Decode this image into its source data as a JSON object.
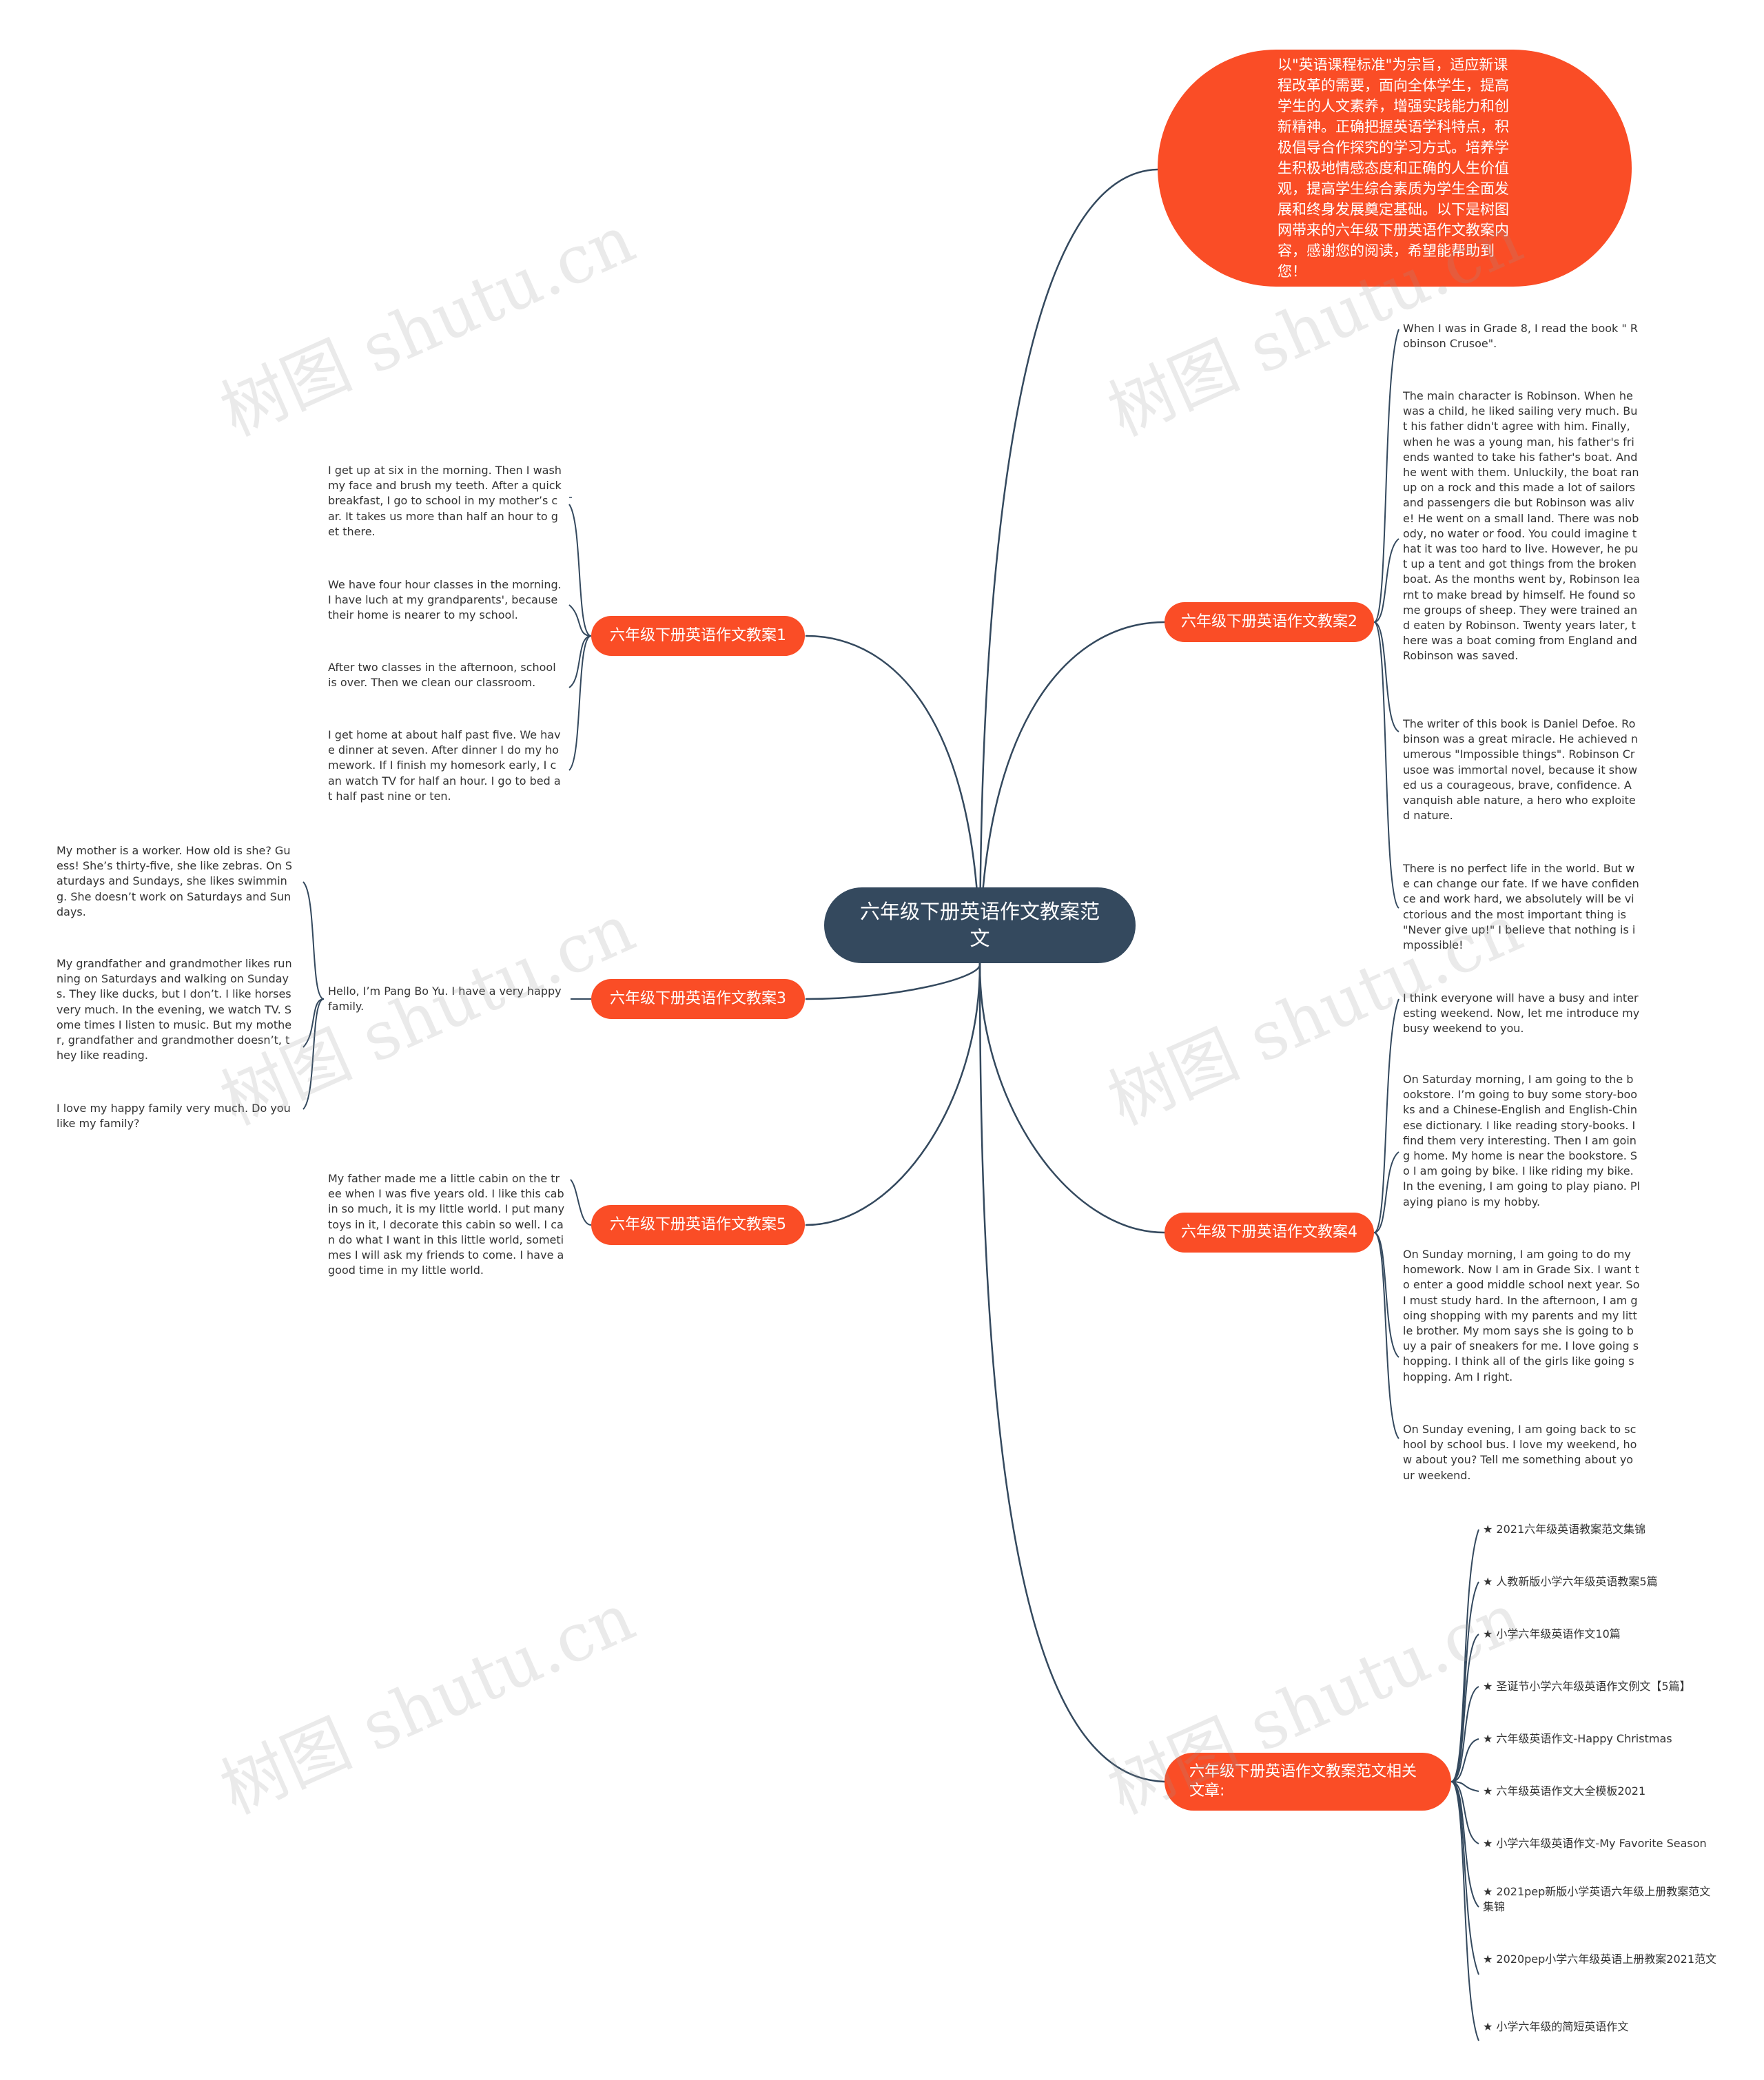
{
  "root": {
    "label": "六年级下册英语作文教案范文"
  },
  "intro": {
    "text": "以\"英语课程标准\"为宗旨，适应新课程改革的需要，面向全体学生，提高学生的人文素养，增强实践能力和创新精神。正确把握英语学科特点，积极倡导合作探究的学习方式。培养学生积极地情感态度和正确的人生价值观，提高学生综合素质为学生全面发展和终身发展奠定基础。以下是树图网带来的六年级下册英语作文教案内容，感谢您的阅读，希望能帮助到您！"
  },
  "branches": {
    "lesson1": {
      "label": "六年级下册英语作文教案1",
      "leaves": [
        "I get up at six in the morning. Then I wash my face and brush my teeth. After a quick breakfast, I go to school in my mother’s car. It takes us more than half an hour to get there.",
        "We have four hour classes in the morning. I have luch at my grandparents', because their home is nearer to my school.",
        "After two classes in the afternoon, school is over. Then we clean our classroom.",
        "I get home at about half past five. We have dinner at seven. After dinner I do my homework. If I finish my homesork early, I can watch TV for half an hour. I go to bed at half past nine or ten."
      ]
    },
    "lesson2": {
      "label": "六年级下册英语作文教案2",
      "leaves": [
        "When I was in Grade 8, I read the book \" Robinson Crusoe\".",
        "The main character is Robinson. When he was a child, he liked sailing very much. But his father didn't agree with him. Finally, when he was a young man, his father's friends wanted to take his father's boat. And he went with them. Unluckily, the boat ran up on a rock and this made a lot of sailors and passengers die but Robinson was alive! He went on a small land. There was nobody, no water or food. You could imagine that it was too hard to live. However, he put up a tent and got things from the broken boat. As the months went by, Robinson learnt to make bread by himself. He found some groups of sheep. They were trained and eaten by Robinson. Twenty years later, there was a boat coming from England and Robinson was saved.",
        "The writer of this book is Daniel Defoe. Robinson was a great miracle. He achieved numerous \"Impossible things\". Robinson Crusoe was immortal novel, because it showed us a courageous, brave, confidence. A vanquish able nature, a hero who exploited nature.",
        "There is no perfect life in the world. But we can change our fate. If we have confidence and work hard, we absolutely will be victorious and the most important thing is \"Never give up!\" I believe that nothing is impossible!"
      ]
    },
    "lesson3": {
      "label": "六年级下册英语作文教案3",
      "leaves": [
        "Hello, I’m Pang Bo Yu. I have a very happy family."
      ],
      "subleaves": [
        "My mother is a worker. How old is she? Guess! She’s thirty-five, she like zebras. On Saturdays and Sundays, she likes swimming. She doesn’t work on Saturdays and Sundays.",
        "My grandfather and grandmother likes running on Saturdays and walking on Sundays. They like ducks, but I don’t. I like horses very much. In the evening, we watch TV. Some times I listen to music. But my mother, grandfather and grandmother doesn’t, they like reading.",
        "I love my happy family very much. Do you like my family?"
      ]
    },
    "lesson4": {
      "label": "六年级下册英语作文教案4",
      "leaves": [
        "I think everyone will have a busy and interesting weekend. Now, let me introduce my busy weekend to you.",
        "On Saturday morning, I am going to the bookstore. I’m going to buy some story-books and a Chinese-English and English-Chinese dictionary. I like reading story-books. I find them very interesting. Then I am going home. My home is near the bookstore. So I am going by bike. I like riding my bike. In the evening, I am going to play piano. Playing piano is my hobby.",
        "On Sunday morning, I am going to do my homework. Now I am in Grade Six. I want to enter a good middle school next year. So I must study hard. In the afternoon, I am going shopping with my parents and my little brother. My mom says she is going to buy a pair of sneakers for me. I love going shopping. I think all of the girls like going shopping. Am I right.",
        "On Sunday evening, I am going back to school by school bus. I love my weekend, how about you? Tell me something about your weekend."
      ]
    },
    "lesson5": {
      "label": "六年级下册英语作文教案5",
      "leaves": [
        "My father made me a little cabin on the tree when I was five years old. I like this cabin so much, it is my little world. I put many toys in it, I decorate this cabin so well. I can do what I want in this little world, sometimes I will ask my friends to come. I have a good time in my little world."
      ]
    },
    "related": {
      "label": "六年级下册英语作文教案范文相关文章:",
      "links": [
        "★ 2021六年级英语教案范文集锦",
        "★ 人教新版小学六年级英语教案5篇",
        "★ 小学六年级英语作文10篇",
        "★ 圣诞节小学六年级英语作文例文【5篇】",
        "★ 六年级英语作文-Happy Christmas",
        "★ 六年级英语作文大全模板2021",
        "★ 小学六年级英语作文-My Favorite Season",
        "★ 2021pep新版小学英语六年级上册教案范文集锦",
        "★ 2020pep小学六年级英语上册教案2021范文",
        "★ 小学六年级的简短英语作文"
      ]
    }
  },
  "watermark": {
    "text": "树图 shutu.cn"
  },
  "colors": {
    "root": "#34495e",
    "branch": "#fa4d26",
    "edge": "#34495e",
    "text": "#333333"
  }
}
